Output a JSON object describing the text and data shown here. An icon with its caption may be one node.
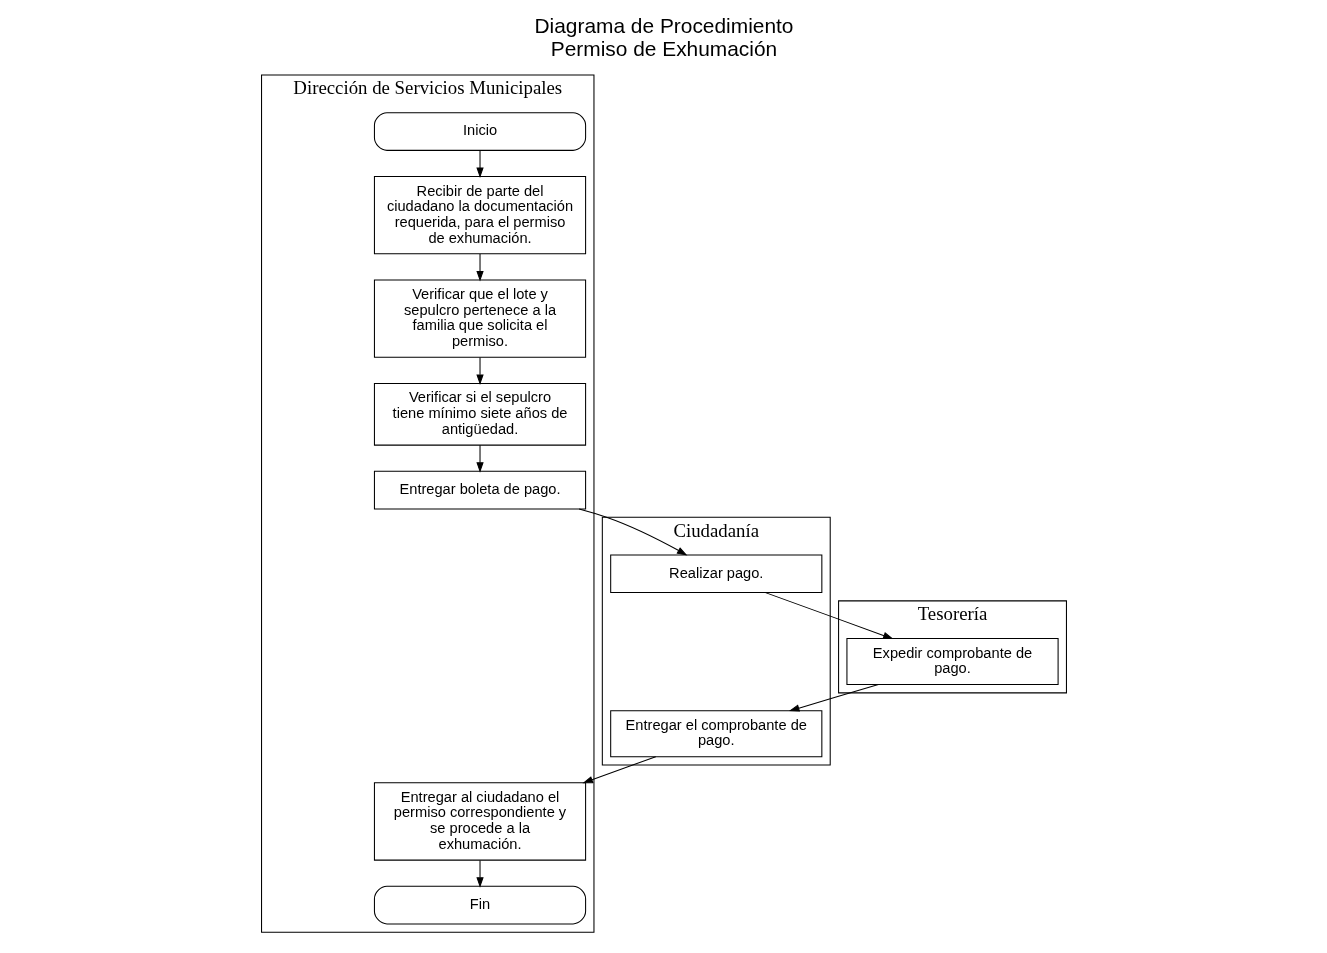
{
  "diagram": {
    "title": "Diagrama de Procedimiento Permiso de Exhumación",
    "nodes": [
      {
        "text": [
          "Dirección de Servicios Municipales"
        ]
      },
      {
        "text": [
          "Ciudadanía"
        ]
      },
      {
        "text": [
          "Tesorería"
        ]
      },
      {
        "text": [
          "Inicio"
        ],
        "in": 0
      },
      {
        "text": [
          "Recibir de parte del ciudadano la documentación requerida, para el permiso de exhumación."
        ],
        "in": 0
      },
      {
        "text": [
          "Verificar que el lote y sepulcro pertenece a la familia que solicita el permiso."
        ],
        "in": 0
      },
      {
        "text": [
          "Verificar si el sepulcro tiene mínimo siete años de antigüedad."
        ],
        "in": 0
      },
      {
        "text": [
          "Entregar boleta de pago."
        ],
        "in": 0
      },
      {
        "text": [
          "Realizar pago."
        ],
        "in": 1
      },
      {
        "text": [
          "Expedir comprobante de pago."
        ],
        "in": 2
      },
      {
        "text": [
          "Entregar el comprobante de pago."
        ],
        "in": 1
      },
      {
        "text": [
          "Entregar al ciudadano el permiso correspondiente y se procede a la exhumación."
        ],
        "in": 0
      },
      {
        "text": [
          "Fin"
        ],
        "in": 0
      }
    ],
    "edges": [
      {
        "from": 3,
        "to": 4,
        "arrow": "to"
      },
      {
        "from": 4,
        "to": 5,
        "arrow": "to"
      },
      {
        "from": 5,
        "to": 6,
        "arrow": "to"
      },
      {
        "from": 6,
        "to": 7,
        "arrow": "to"
      },
      {
        "from": 7,
        "to": 8,
        "arrow": "to"
      },
      {
        "from": 8,
        "to": 9,
        "arrow": "to"
      },
      {
        "from": 9,
        "to": 10,
        "arrow": "to"
      },
      {
        "from": 10,
        "to": 11,
        "arrow": "to"
      },
      {
        "from": 11,
        "to": 12,
        "arrow": "to"
      }
    ]
  }
}
